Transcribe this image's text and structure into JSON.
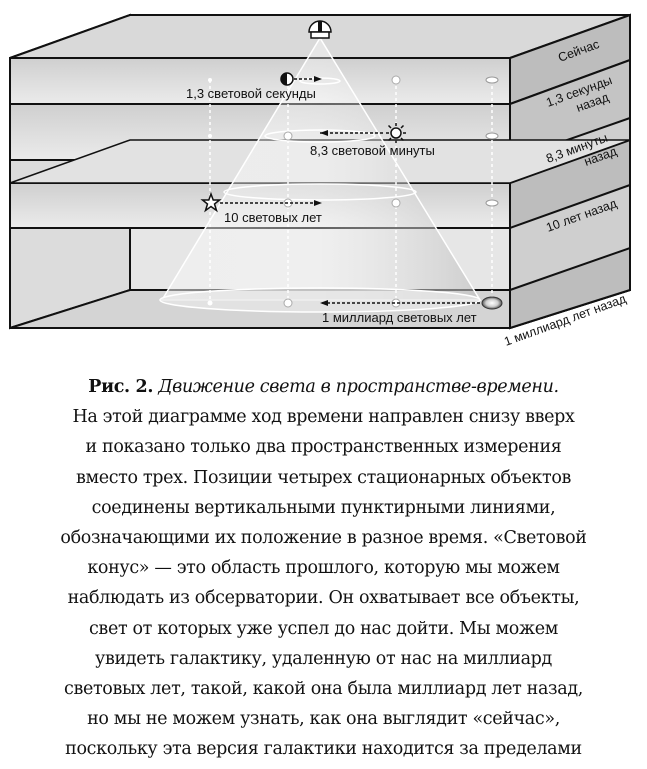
{
  "figure": {
    "slice_labels": {
      "now": "Сейчас",
      "s13_line1": "1,3 секунды",
      "s13_line2": "назад",
      "m83_line1": "8,3 минуты",
      "m83_line2": "назад",
      "y10": "10 лет назад",
      "gy1": "1 миллиард лет назад"
    },
    "distance_labels": {
      "moon": "1,3 световой секунды",
      "sun": "8,3 световой минуты",
      "star": "10 световых лет",
      "galaxy": "1 миллиард световых лет"
    },
    "icons": {
      "observatory": "observatory-icon",
      "moon": "moon-icon",
      "sun": "sun-icon",
      "star": "star-icon",
      "galaxy": "galaxy-icon"
    }
  },
  "caption": {
    "fig_num": "Рис. 2.",
    "fig_title": "Движение света в пространстве-времени.",
    "lines": [
      "На этой диаграмме ход времени направлен снизу вверх",
      "и показано только два пространственных измерения",
      "вместо трех. Позиции четырех стационарных объектов",
      "соединены вертикальными пунктирными линиями,",
      "обозначающими их положение в разное время. «Световой",
      "конус» — это область прошлого, которую мы можем",
      "наблюдать из обсерватории. Он охватывает все объекты,",
      "свет от которых уже успел до нас дойти. Мы можем",
      "увидеть галактику, удаленную от нас на миллиард",
      "световых лет, такой, какой она была миллиард лет назад,",
      "но мы не можем узнать, как она выглядит «сейчас»,",
      "поскольку эта версия галактики находится за пределами"
    ]
  }
}
